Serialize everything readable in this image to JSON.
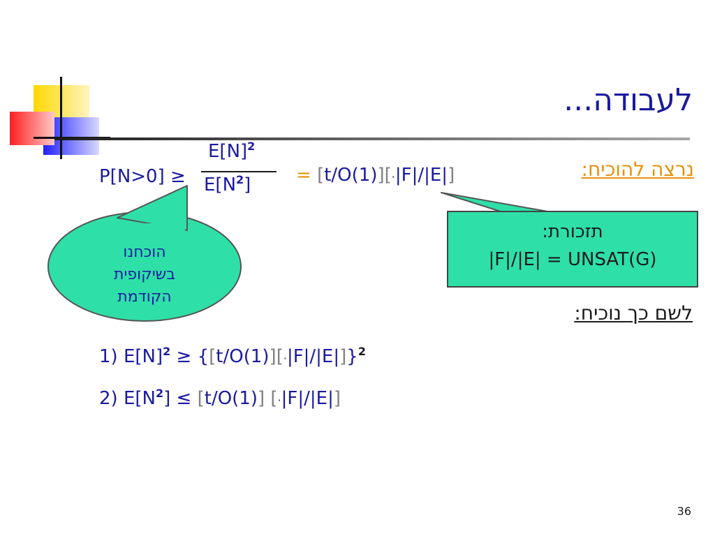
{
  "title": "לעבודה...",
  "want_to_prove": "נרצה להוכיח:",
  "inequality": {
    "lhs": "P[N>0] ≥",
    "numerator": "E[N]",
    "numerator_sup": "2",
    "denominator": "E[N",
    "denominator_sup": "2",
    "denominator_close": "]",
    "equals": "=",
    "open1": "[",
    "term1": "t/O(1)",
    "close1": "]",
    "open2": "[",
    "dot": "·",
    "term2": "|F|/|E|",
    "close2": "]"
  },
  "reminder": {
    "line1": "תזכורת:",
    "line2": "|F|/|E| = UNSAT(G)"
  },
  "oval": {
    "line1": "הוכחנו",
    "line2": "בשיקופית",
    "line3": "הקודמת"
  },
  "for_this": "לשם כך נוכיח:",
  "step1": {
    "prefix": "1) E[N]",
    "sup": "2",
    "rel": " ≥ {",
    "open1": "[",
    "term1": "t/O(1)",
    "close1": "]",
    "open2": "[",
    "dot": "·",
    "term2": "|F|/|E|",
    "close2": "]",
    "brace": "}",
    "sup2": "2"
  },
  "step2": {
    "prefix": "2) E[N",
    "sup": "2",
    "rel": "] ≤ ",
    "open1": "[",
    "term1": "t/O(1)",
    "close1": "]",
    "open2": " [",
    "dot": "·",
    "term2": "|F|/|E|",
    "close2": "]"
  },
  "page_number": "36",
  "colors": {
    "text_blue": "#1a1aa0",
    "bracket_gray": "#808080",
    "heading_orange": "#e8900a",
    "callout_green": "#2ee0a8"
  }
}
